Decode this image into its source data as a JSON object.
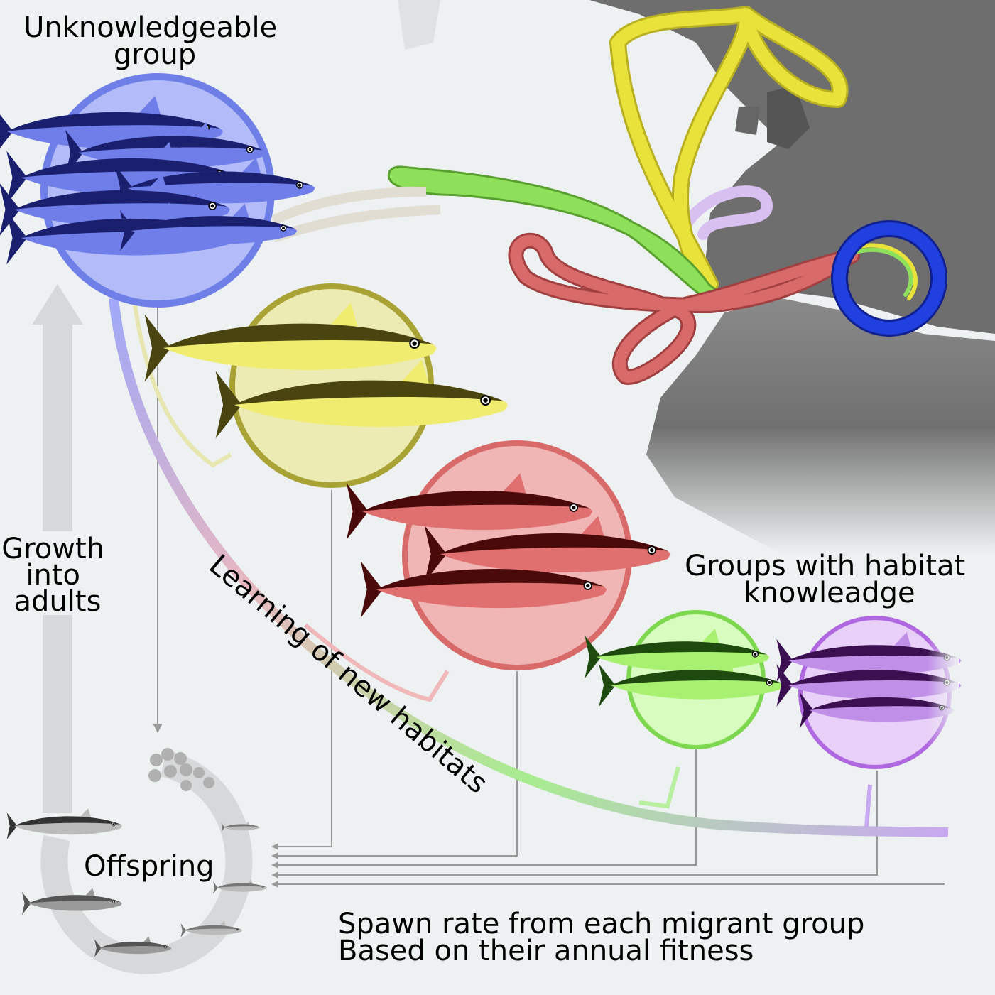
{
  "labels": {
    "unknowledgeable": [
      "Unknowledgeable",
      "group"
    ],
    "growth": [
      "Growth",
      "into",
      "adults"
    ],
    "learning": "Learning of new habitats",
    "groups_knowledge": [
      "Groups with habitat",
      "knowleadge"
    ],
    "offspring": "Offspring",
    "spawn": [
      "Spawn rate from each migrant group",
      "Based on their annual fitness"
    ]
  },
  "groups": [
    {
      "name": "unknowledgeable",
      "fill": "#b3bcf8",
      "stroke": "#6f7fe8",
      "fish_dark": "#1a1f6e",
      "fish_light": "#6f7ee8"
    },
    {
      "name": "yellow",
      "fill": "#ecebb4",
      "stroke": "#a9a234",
      "fish_dark": "#4a4410",
      "fish_light": "#f0ec70"
    },
    {
      "name": "red",
      "fill": "#f0b5b5",
      "stroke": "#d96a6a",
      "fish_dark": "#4a0a0a",
      "fish_light": "#e07070"
    },
    {
      "name": "green",
      "fill": "#d8fcc0",
      "stroke": "#7ed84f",
      "fish_dark": "#1e4a10",
      "fish_light": "#a8f070"
    },
    {
      "name": "purple",
      "fill": "#e8d0f8",
      "stroke": "#b068e0",
      "fish_dark": "#3a1050",
      "fish_light": "#c090e8"
    }
  ],
  "route_colors": {
    "yellow": "#e8e23a",
    "green": "#8ee05a",
    "red": "#d96a6a",
    "blue": "#2040e0",
    "purple": "#d8c0f0",
    "beige": "#e2ddd2"
  }
}
